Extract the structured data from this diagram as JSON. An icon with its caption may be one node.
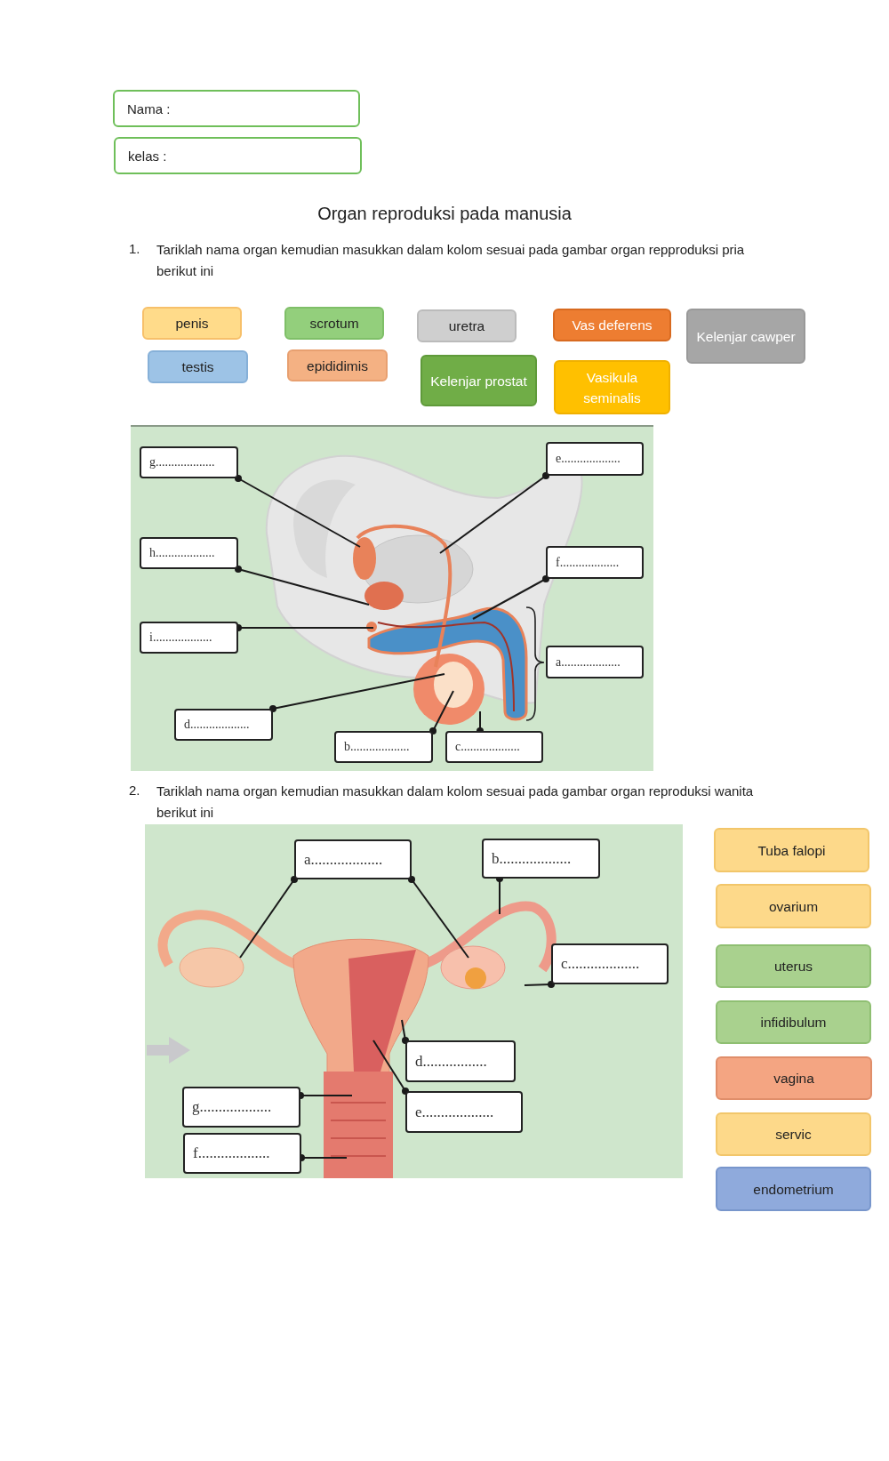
{
  "diagram": {
    "title": "Organ reproduksi pada manusia",
    "nodes": [
      {
        "text": [
          "Nama :"
        ]
      },
      {
        "text": [
          "kelas :"
        ]
      },
      {
        "text": [
          "penis"
        ]
      },
      {
        "text": [
          "scrotum"
        ]
      },
      {
        "text": [
          "uretra"
        ]
      },
      {
        "text": [
          "Vas deferens"
        ]
      },
      {
        "text": [
          "Kelenjar cawper"
        ]
      },
      {
        "text": [
          "testis"
        ]
      },
      {
        "text": [
          "epididimis"
        ]
      },
      {
        "text": [
          "Kelenjar prostat"
        ]
      },
      {
        "text": [
          "Vasikula seminalis"
        ]
      },
      {
        "text": [
          "g..................."
        ]
      },
      {
        "text": [
          "e..................."
        ]
      },
      {
        "text": [
          "h..................."
        ]
      },
      {
        "text": [
          "f..................."
        ]
      },
      {
        "text": [
          "i..................."
        ]
      },
      {
        "text": [
          "a..................."
        ]
      },
      {
        "text": [
          "d..................."
        ]
      },
      {
        "text": [
          "b..................."
        ]
      },
      {
        "text": [
          "c..................."
        ]
      },
      {
        "text": [
          "a..................."
        ]
      },
      {
        "text": [
          "b..................."
        ]
      },
      {
        "text": [
          "c..................."
        ]
      },
      {
        "text": [
          "d................."
        ]
      },
      {
        "text": [
          "e..................."
        ]
      },
      {
        "text": [
          "g..................."
        ]
      },
      {
        "text": [
          "f..................."
        ]
      },
      {
        "text": [
          "Tuba falopi"
        ]
      },
      {
        "text": [
          "ovarium"
        ]
      },
      {
        "text": [
          "uterus"
        ]
      },
      {
        "text": [
          "infidibulum"
        ]
      },
      {
        "text": [
          "vagina"
        ]
      },
      {
        "text": [
          "servic"
        ]
      },
      {
        "text": [
          "endometrium"
        ]
      }
    ],
    "edges": [
      {
        "from": 11,
        "to": null,
        "arrow": "other"
      },
      {
        "from": 12,
        "to": null,
        "arrow": "other"
      },
      {
        "from": 13,
        "to": null,
        "arrow": "other"
      },
      {
        "from": 14,
        "to": null,
        "arrow": "other"
      },
      {
        "from": 15,
        "to": null,
        "arrow": "other"
      },
      {
        "from": 17,
        "to": null,
        "arrow": "other"
      },
      {
        "from": 18,
        "to": null,
        "arrow": "other"
      },
      {
        "from": 19,
        "to": null,
        "arrow": "other"
      },
      {
        "from": 20,
        "to": null,
        "arrow": "other"
      },
      {
        "from": 20,
        "to": null,
        "arrow": "other"
      },
      {
        "from": 21,
        "to": null,
        "arrow": "other"
      },
      {
        "from": 22,
        "to": null,
        "arrow": "other"
      },
      {
        "from": 23,
        "to": null,
        "arrow": "other"
      },
      {
        "from": 24,
        "to": null,
        "arrow": "other"
      },
      {
        "from": 25,
        "to": null,
        "arrow": "other"
      },
      {
        "from": 26,
        "to": null,
        "arrow": "other"
      }
    ],
    "labels": [
      "1.",
      "Tariklah nama organ kemudian masukkan dalam kolom sesuai pada gambar organ repproduksi pria berikut ini",
      "2.",
      "Tariklah nama organ kemudian masukkan dalam kolom sesuai pada gambar organ reproduksi wanita berikut ini"
    ]
  }
}
